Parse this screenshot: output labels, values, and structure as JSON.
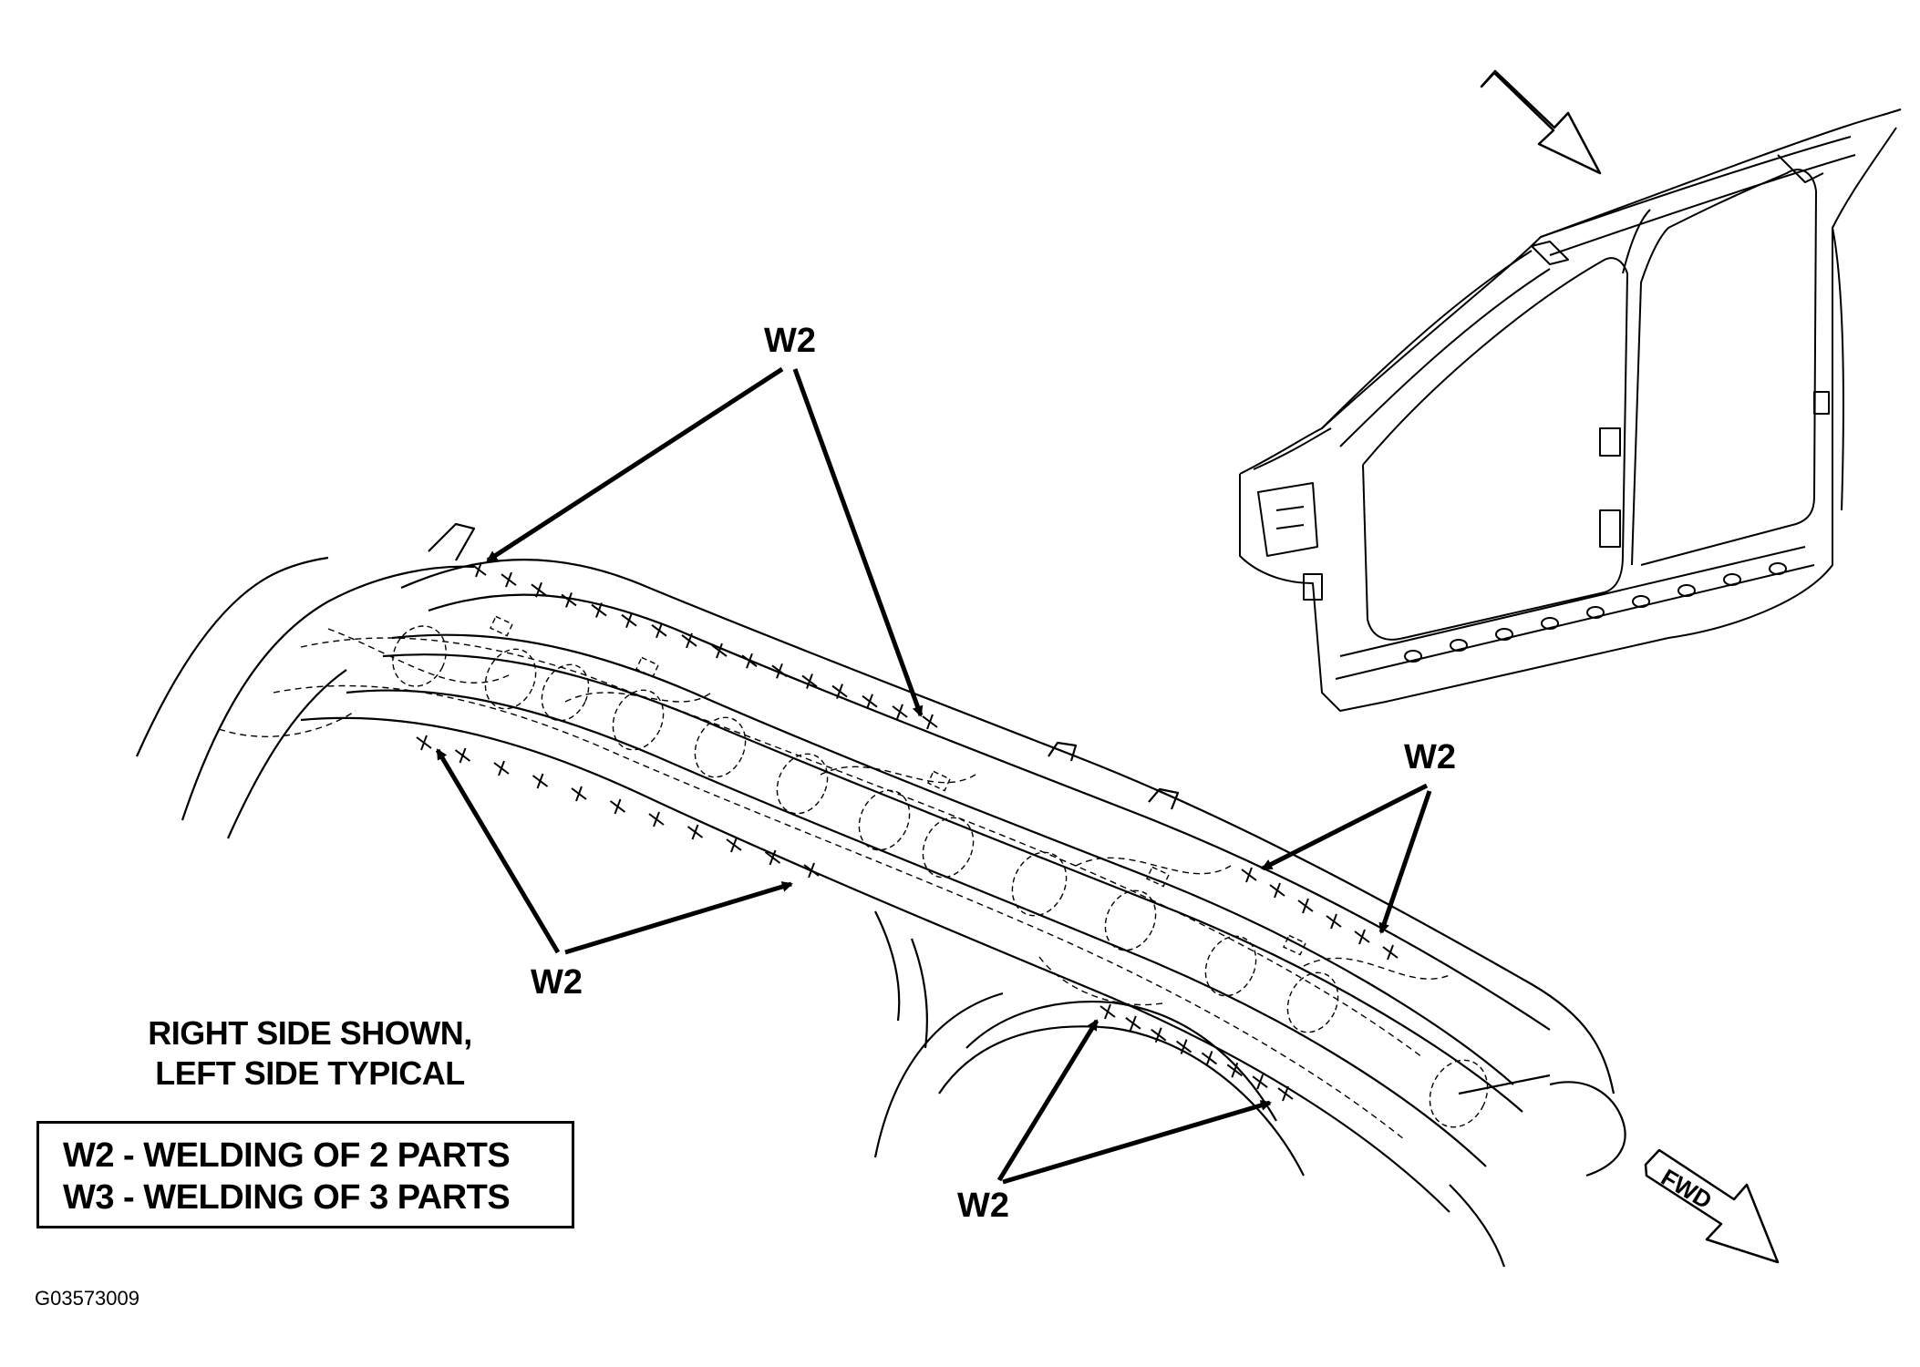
{
  "callouts": {
    "top": "W2",
    "right": "W2",
    "lower_left": "W2",
    "bottom": "W2"
  },
  "notes": {
    "line1": "RIGHT SIDE SHOWN,",
    "line2": "LEFT SIDE TYPICAL"
  },
  "legend": {
    "w2": "W2 - WELDING OF 2 PARTS",
    "w3": "W3 - WELDING OF 3 PARTS"
  },
  "fwd_label": "FWD",
  "figure_id": "G03573009"
}
